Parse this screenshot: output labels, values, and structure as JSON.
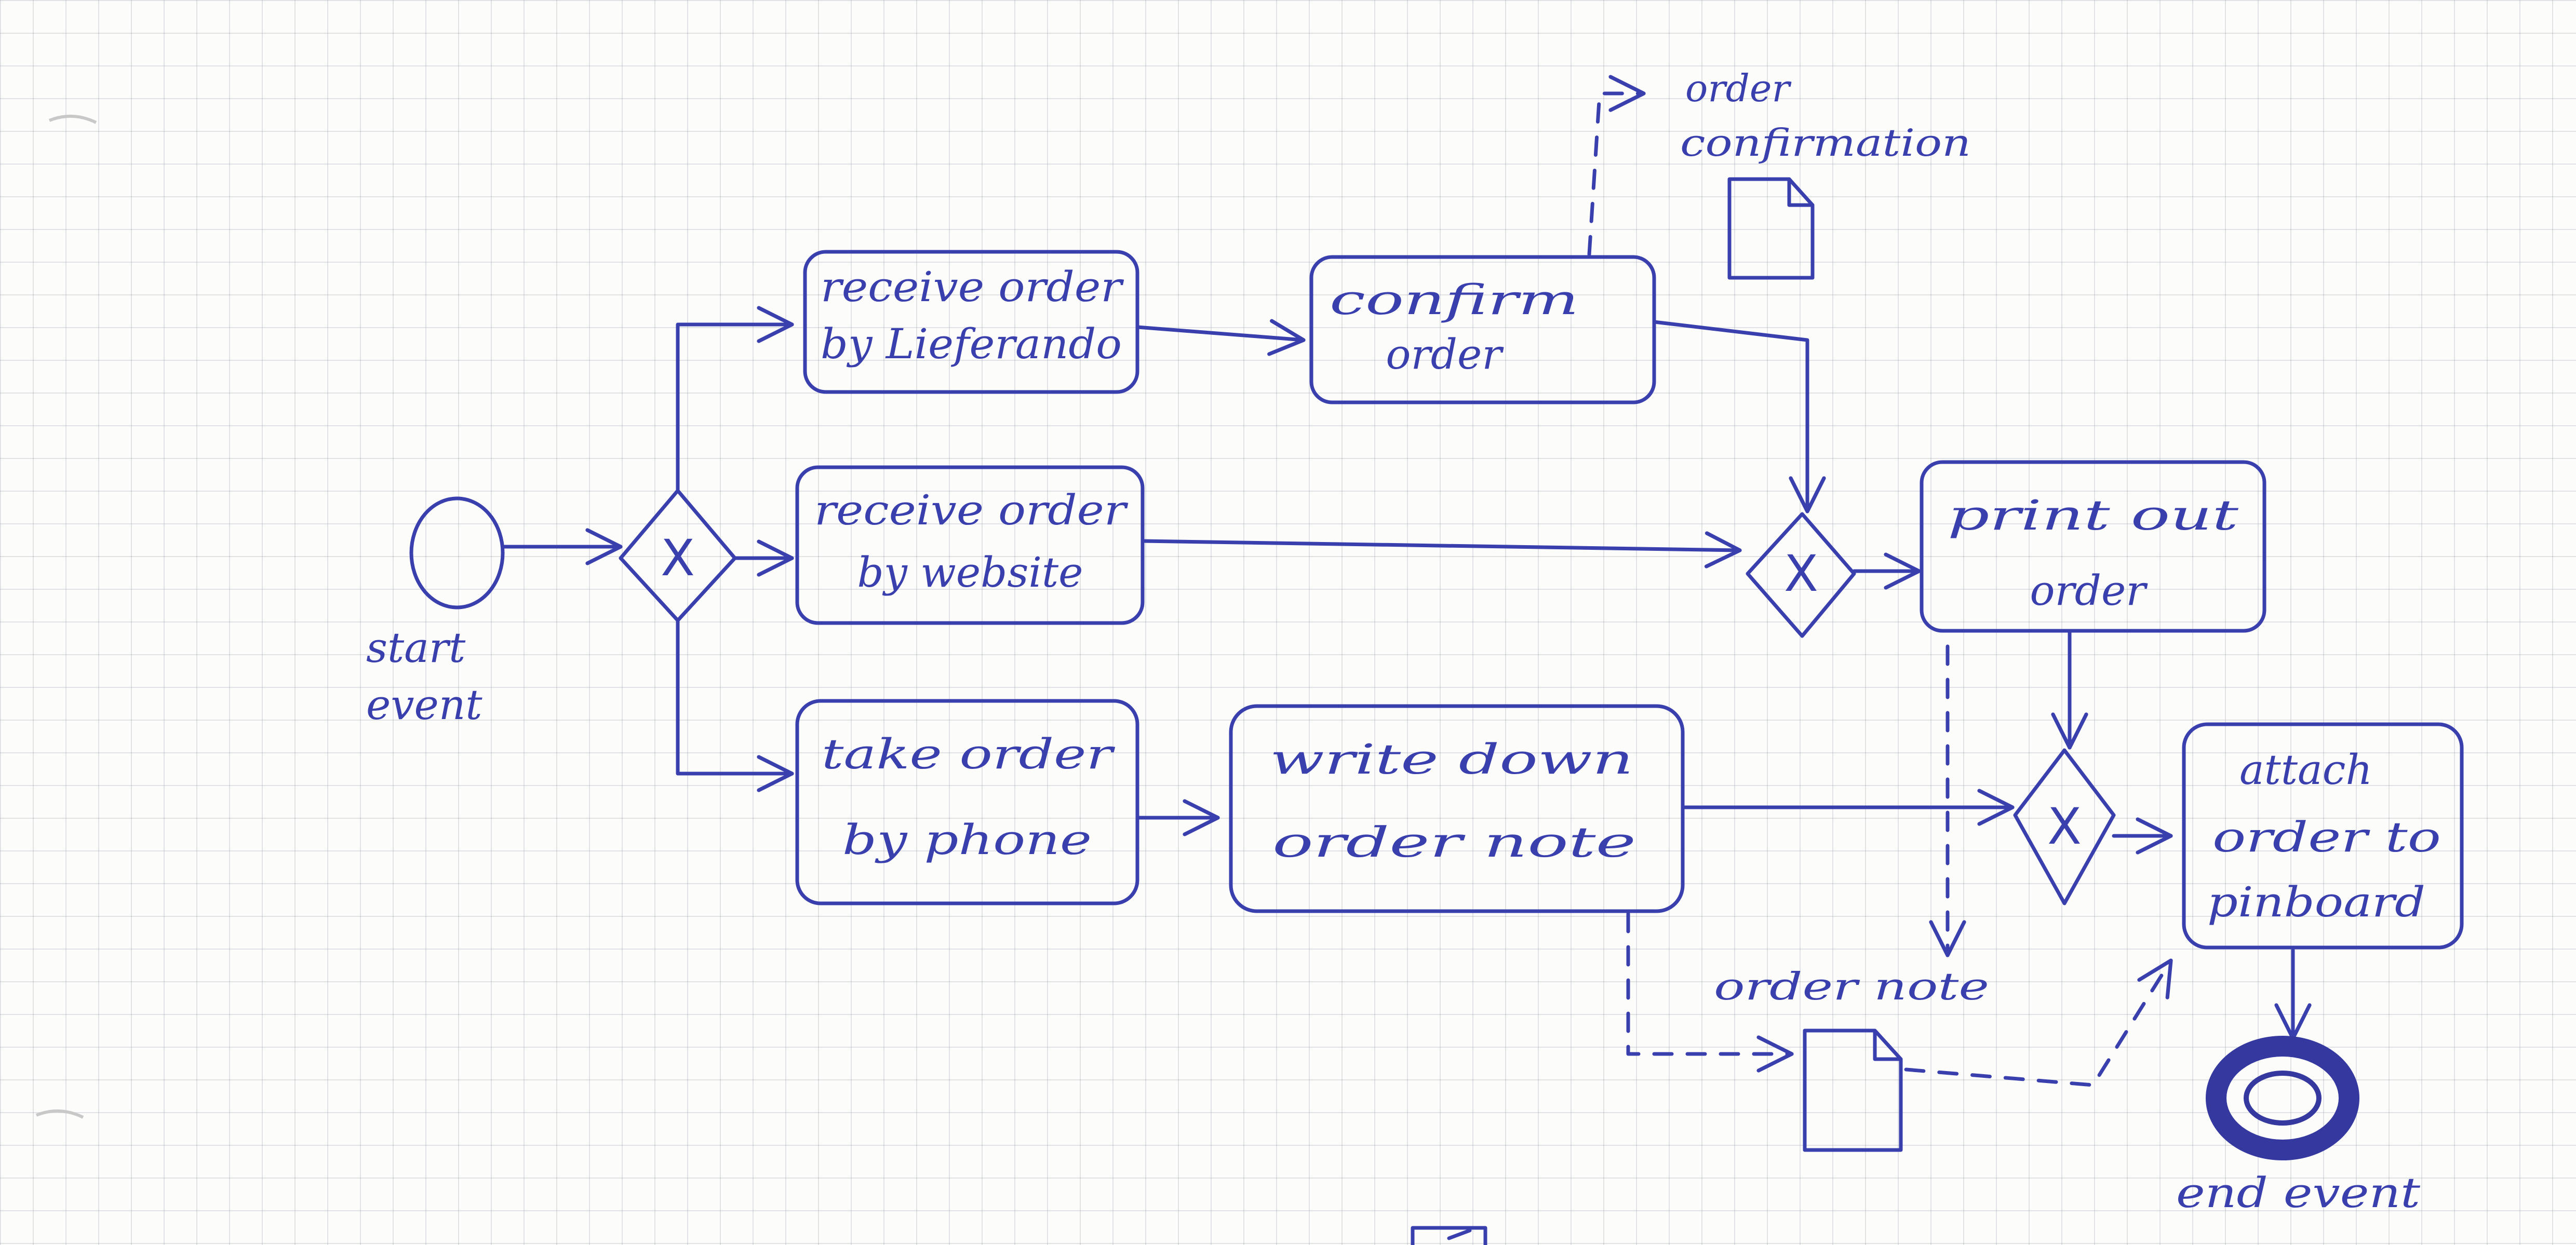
{
  "diagram": {
    "ink_color": "#3a3fae",
    "start_event": {
      "line1": "start",
      "line2": "event"
    },
    "end_event": {
      "label": "end event"
    },
    "tasks": {
      "lieferando": {
        "line1": "receive order",
        "line2": "by Lieferando"
      },
      "website": {
        "line1": "receive order",
        "line2": "by website"
      },
      "phone": {
        "line1": "take order",
        "line2": "by phone"
      },
      "confirm": {
        "line1": "confirm",
        "line2": "order"
      },
      "write_note": {
        "line1": "write down",
        "line2": "order note"
      },
      "print": {
        "line1": "print out",
        "line2": "order"
      },
      "attach": {
        "line1": "attach",
        "line2": "order to",
        "line3": "pinboard"
      }
    },
    "gateways": {
      "split": {
        "symbol": "X"
      },
      "merge_upper": {
        "symbol": "X"
      },
      "merge_lower": {
        "symbol": "X"
      }
    },
    "data_objects": {
      "order_confirmation": {
        "line1": "order",
        "line2": "confirmation"
      },
      "order_note": {
        "label": "order note"
      }
    }
  }
}
